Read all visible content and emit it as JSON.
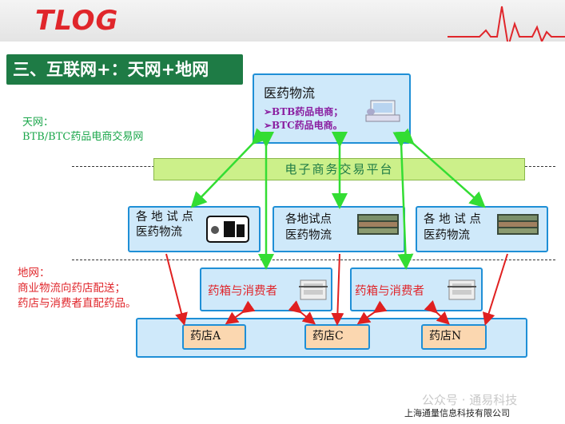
{
  "header": {
    "logo": "TLOG"
  },
  "section_title": "三、互联网+：天网+地网",
  "tianwang": {
    "line1": "天网：",
    "line2": "BTB/BTC药品电商交易网"
  },
  "diwang": {
    "line1": "地网：",
    "line2": "商业物流向药店配送；",
    "line3": "药店与消费者直配药品。"
  },
  "top_box": {
    "title": "医药物流",
    "item1": "➢BTB药品电商；",
    "item2": "➢BTC药品电商。"
  },
  "platform": {
    "label": "电子商务交易平台"
  },
  "sites": [
    {
      "line1": "各 地 试 点",
      "line2": "医药物流"
    },
    {
      "line1": "各地试点",
      "line2": "医药物流"
    },
    {
      "line1": "各 地 试 点",
      "line2": "医药物流"
    }
  ],
  "consumers": [
    {
      "label": "药箱与消费者"
    },
    {
      "label": "药箱与消费者"
    }
  ],
  "pharmacies": [
    {
      "label": "药店A"
    },
    {
      "label": "药店C"
    },
    {
      "label": "药店N"
    }
  ],
  "watermark": {
    "wechat": "公众号 · 通易科技",
    "company": "上海通量信息科技有限公司"
  },
  "colors": {
    "brand_red": "#e0262b",
    "title_green": "#1e7b45",
    "arrow_green": "#33dd33",
    "arrow_red": "#e02020",
    "box_blue": "#cfe9fa",
    "border_blue": "#1f8fd6"
  }
}
